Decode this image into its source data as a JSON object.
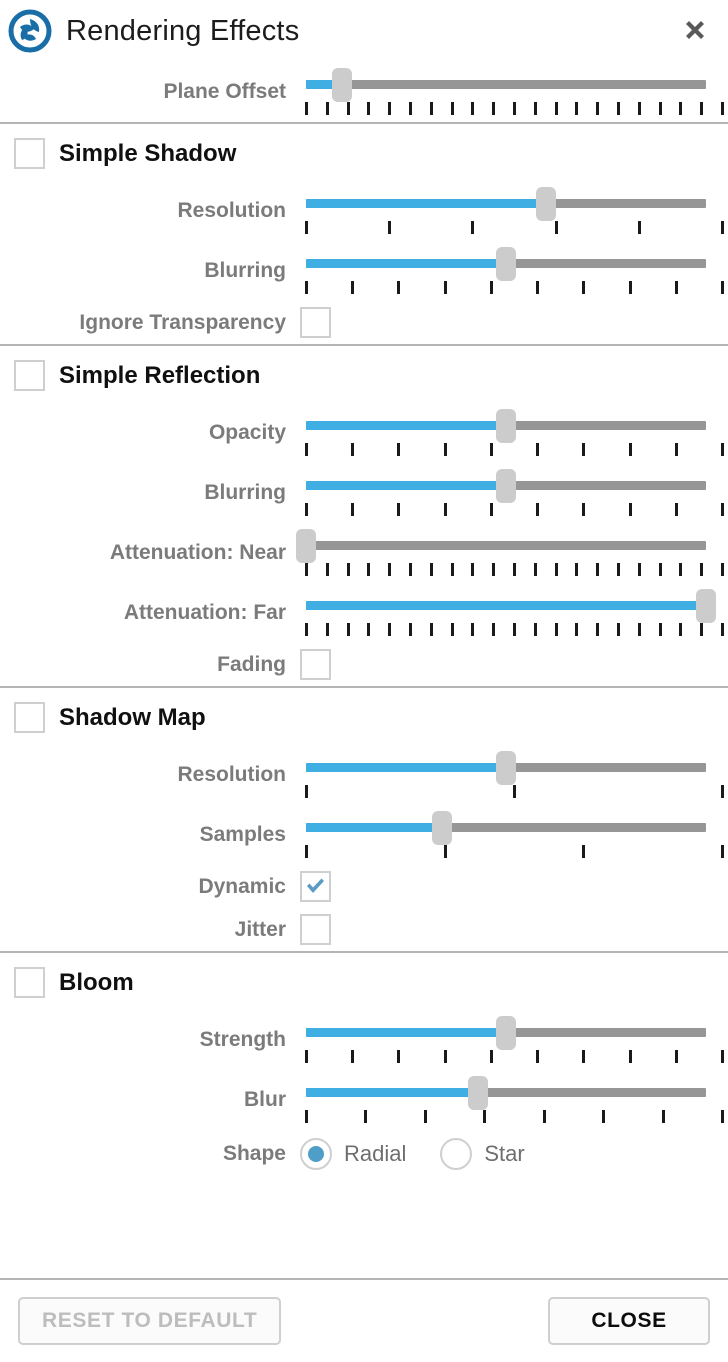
{
  "window": {
    "title": "Rendering Effects",
    "logo_icon": "paraview-logo-icon",
    "close_icon": "close-icon"
  },
  "colors": {
    "accent_blue": "#3faee2",
    "track_gray": "#969696",
    "handle_gray": "#cccccc",
    "label_gray": "#7b7b7b",
    "check_blue": "#4f9ec8",
    "divider": "#b4b4b4"
  },
  "top": {
    "plane_offset": {
      "label": "Plane Offset",
      "value_pct": 9,
      "ticks": 21
    }
  },
  "sections": [
    {
      "id": "simple-shadow",
      "title": "Simple Shadow",
      "checked": false,
      "controls": [
        {
          "kind": "slider",
          "label": "Resolution",
          "value_pct": 60,
          "ticks": 6
        },
        {
          "kind": "slider",
          "label": "Blurring",
          "value_pct": 50,
          "ticks": 10
        },
        {
          "kind": "checkbox",
          "label": "Ignore Transparency",
          "checked": false
        }
      ]
    },
    {
      "id": "simple-reflection",
      "title": "Simple Reflection",
      "checked": false,
      "controls": [
        {
          "kind": "slider",
          "label": "Opacity",
          "value_pct": 50,
          "ticks": 10
        },
        {
          "kind": "slider",
          "label": "Blurring",
          "value_pct": 50,
          "ticks": 10
        },
        {
          "kind": "slider",
          "label": "Attenuation: Near",
          "value_pct": 0,
          "ticks": 21
        },
        {
          "kind": "slider",
          "label": "Attenuation: Far",
          "value_pct": 100,
          "ticks": 21
        },
        {
          "kind": "checkbox",
          "label": "Fading",
          "checked": false
        }
      ]
    },
    {
      "id": "shadow-map",
      "title": "Shadow Map",
      "checked": false,
      "controls": [
        {
          "kind": "slider",
          "label": "Resolution",
          "value_pct": 50,
          "ticks": 3
        },
        {
          "kind": "slider",
          "label": "Samples",
          "value_pct": 34,
          "ticks": 4
        },
        {
          "kind": "checkbox",
          "label": "Dynamic",
          "checked": true
        },
        {
          "kind": "checkbox",
          "label": "Jitter",
          "checked": false
        }
      ]
    },
    {
      "id": "bloom",
      "title": "Bloom",
      "checked": false,
      "controls": [
        {
          "kind": "slider",
          "label": "Strength",
          "value_pct": 50,
          "ticks": 10
        },
        {
          "kind": "slider",
          "label": "Blur",
          "value_pct": 43,
          "ticks": 8
        },
        {
          "kind": "radio",
          "label": "Shape",
          "options": [
            {
              "label": "Radial",
              "selected": true
            },
            {
              "label": "Star",
              "selected": false
            }
          ]
        }
      ]
    }
  ],
  "footer": {
    "reset_label": "RESET TO DEFAULT",
    "reset_disabled": true,
    "close_label": "CLOSE"
  }
}
